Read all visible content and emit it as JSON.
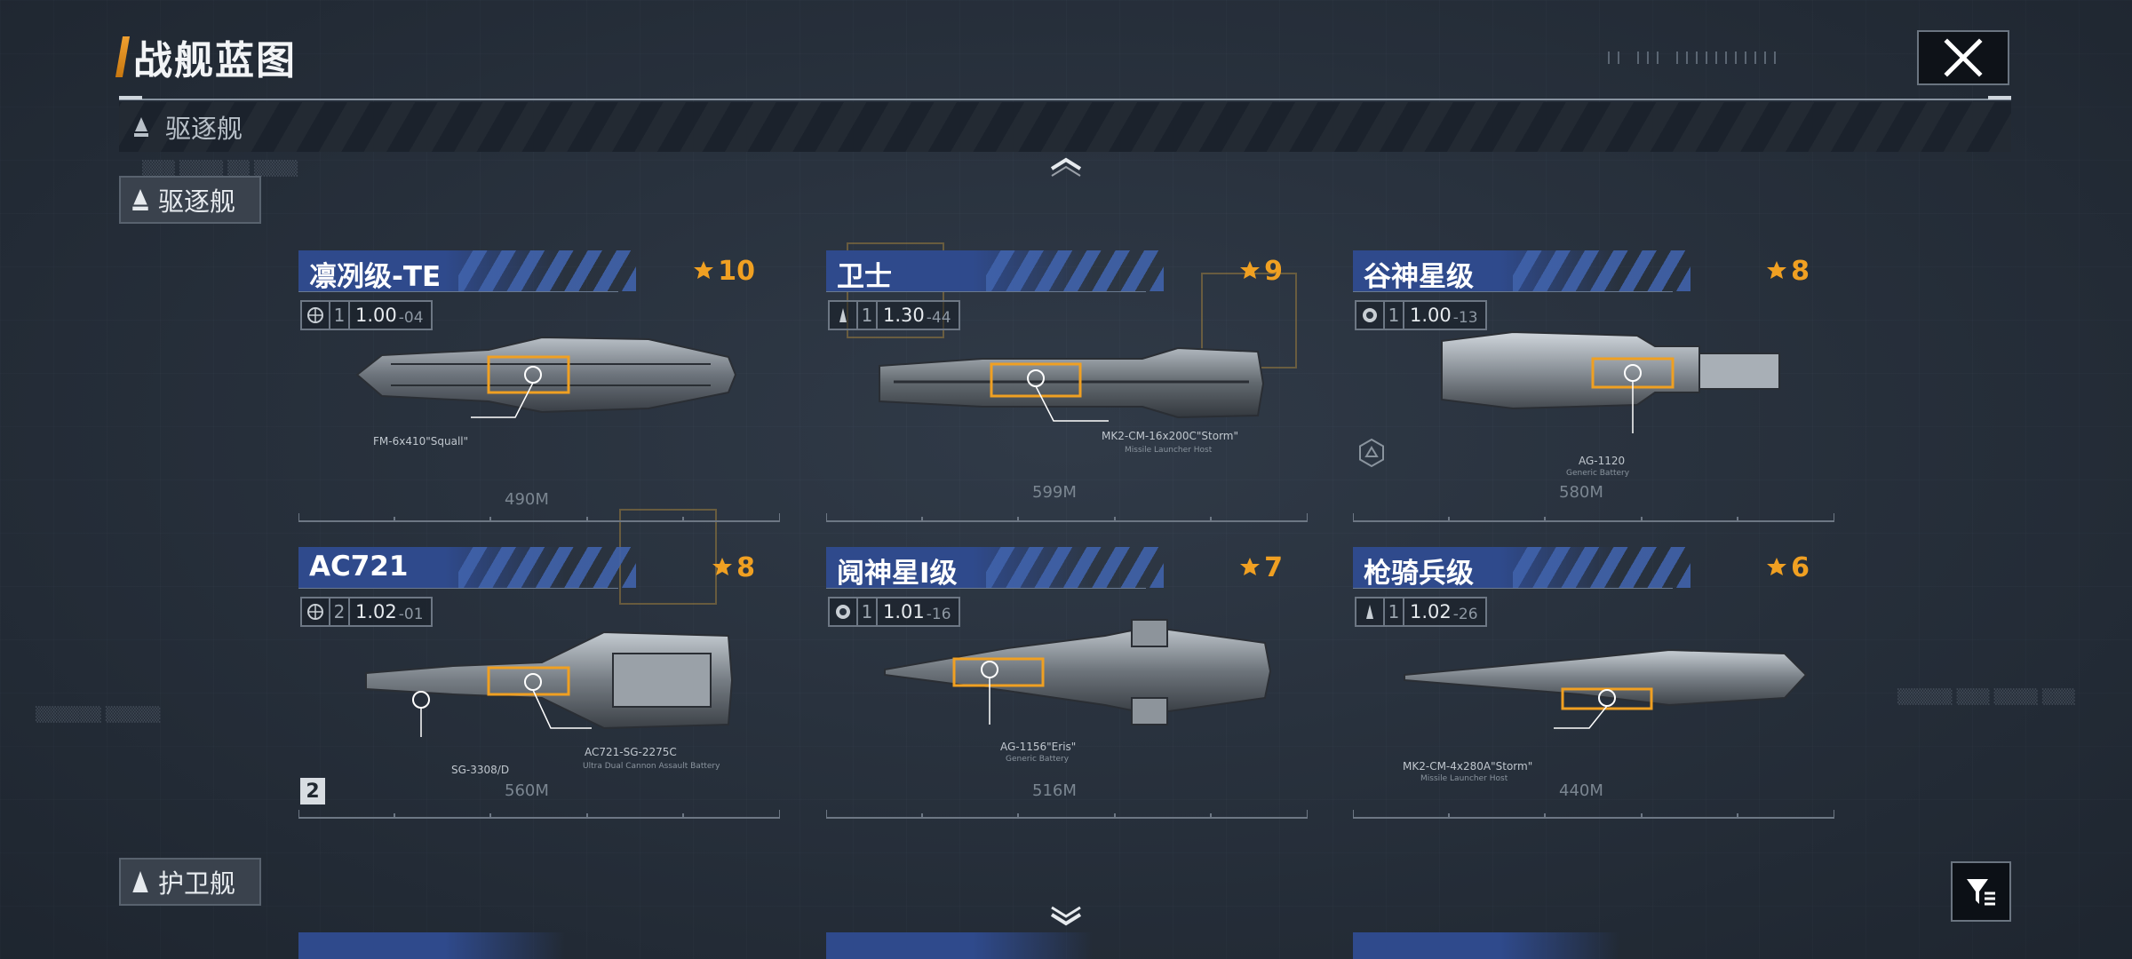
{
  "header": {
    "title": "战舰蓝图"
  },
  "category_bar": {
    "label": "驱逐舰"
  },
  "tabs": [
    {
      "label": "驱逐舰",
      "active": true
    },
    {
      "label": "护卫舰",
      "active": false
    }
  ],
  "cards": [
    {
      "name": "凛冽级-TE",
      "rank": "10",
      "stat_icon": "globe-icon",
      "tier": "1",
      "value": "1.00",
      "sub": "-04",
      "weapon": "FM-6x410\"Squall\"",
      "weapon_sub": "",
      "length": "490M"
    },
    {
      "name": "卫士",
      "rank": "9",
      "stat_icon": "ship-icon",
      "tier": "1",
      "value": "1.30",
      "sub": "-44",
      "weapon": "MK2-CM-16x200C\"Storm\"",
      "weapon_sub": "Missile Launcher Host",
      "length": "599M"
    },
    {
      "name": "谷神星级",
      "rank": "8",
      "stat_icon": "faction-icon",
      "tier": "1",
      "value": "1.00",
      "sub": "-13",
      "weapon": "AG-1120",
      "weapon_sub": "Generic Battery",
      "length": "580M"
    },
    {
      "name": "AC721",
      "rank": "8",
      "stat_icon": "globe-icon",
      "tier": "2",
      "value": "1.02",
      "sub": "-01",
      "weapon": "AC721-SG-2275C",
      "weapon_sub": "Ultra Dual Cannon Assault Battery",
      "weapon2": "SG-3308/D",
      "length": "560M"
    },
    {
      "name": "阋神星I级",
      "rank": "7",
      "stat_icon": "faction-icon",
      "tier": "1",
      "value": "1.01",
      "sub": "-16",
      "weapon": "AG-1156\"Eris\"",
      "weapon_sub": "Generic Battery",
      "length": "516M"
    },
    {
      "name": "枪骑兵级",
      "rank": "6",
      "stat_icon": "ship-icon",
      "tier": "1",
      "value": "1.02",
      "sub": "-26",
      "weapon": "MK2-CM-4x280A\"Storm\"",
      "weapon_sub": "Missile Launcher Host",
      "length": "440M"
    }
  ],
  "badge": "2",
  "colors": {
    "accent": "#f0a022",
    "card_header": "#2f4a8c",
    "background": "#2a333f"
  }
}
